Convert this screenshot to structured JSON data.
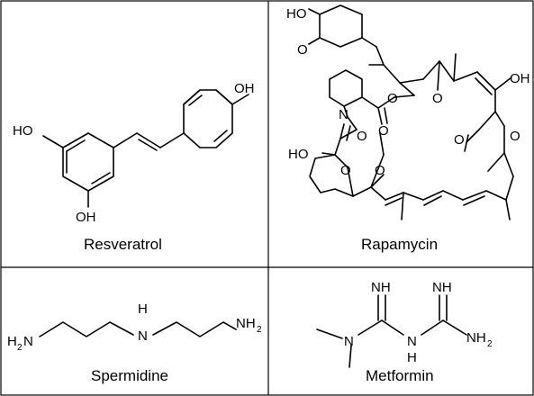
{
  "molecules": {
    "resveratrol": {
      "name": "Resveratrol",
      "atoms": {
        "ho_top": "HO",
        "oh_right": "OH",
        "oh_bottom": "OH"
      }
    },
    "rapamycin": {
      "name": "Rapamycin",
      "atoms": {
        "ho_top": "HO",
        "o_methoxy1": "O",
        "n_ring": "N",
        "o_ester": "O",
        "o_ester_dbl": "O",
        "o_ketone1": "O",
        "oh_right": "OH",
        "o_methoxy2": "O",
        "o_ketone2": "O",
        "o_amide": "O",
        "ho_hemiketal": "HO",
        "o_pyran": "O",
        "o_methoxy3": "O"
      }
    },
    "spermidine": {
      "name": "Spermidine",
      "atoms": {
        "nh2_left": "H",
        "nh2_left_n": "N",
        "nh2_left_sub": "2",
        "n_center": "N",
        "h_center": "H",
        "nh2_right": "NH",
        "nh2_right_sub": "2"
      }
    },
    "metformin": {
      "name": "Metformin",
      "atoms": {
        "nh_left": "NH",
        "nh_right": "NH",
        "n_left": "N",
        "n_mid": "N",
        "h_mid": "H",
        "nh2": "NH",
        "nh2_sub": "2"
      }
    }
  }
}
